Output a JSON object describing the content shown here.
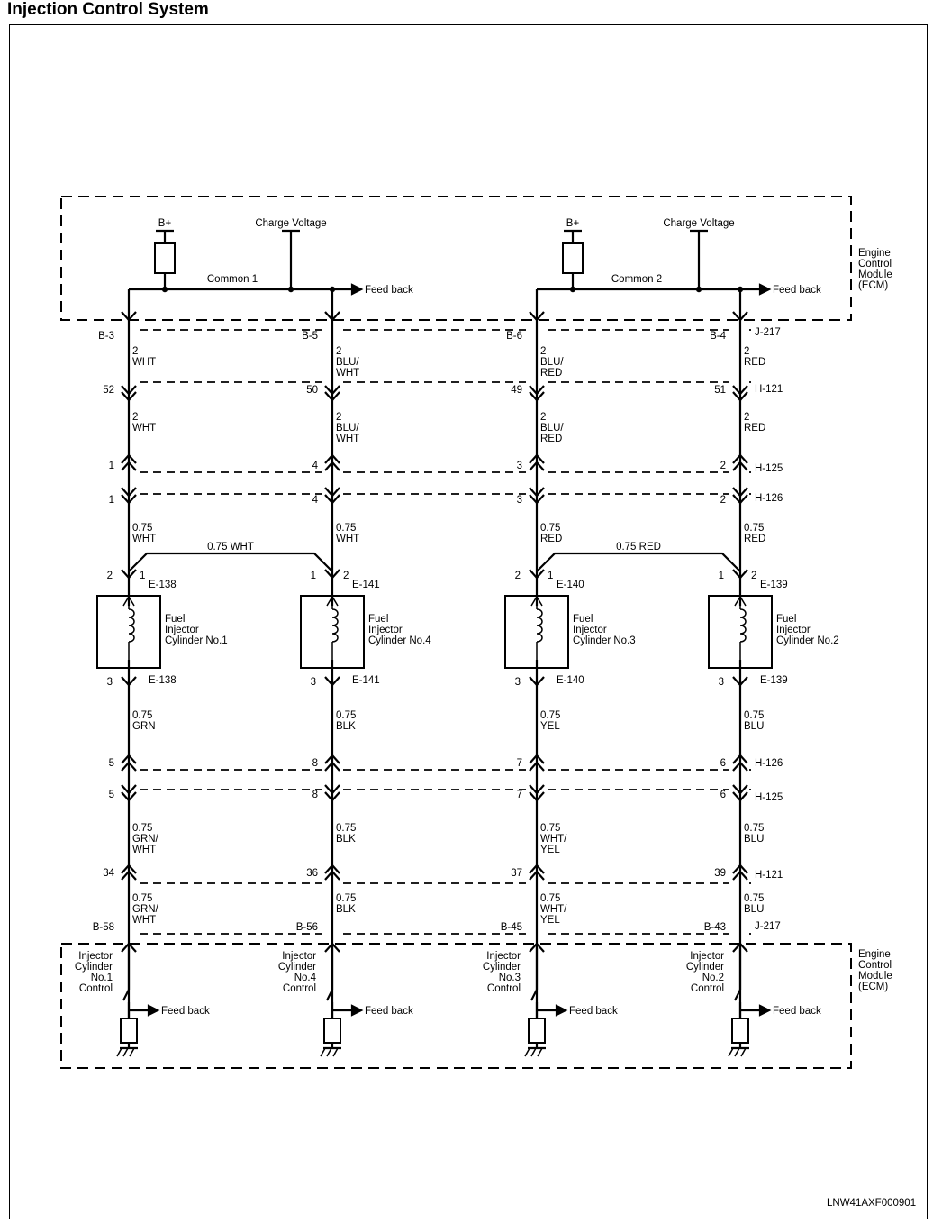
{
  "title": "Injection Control System",
  "figure_id": "LNW41AXF000901",
  "ecm_label": [
    "Engine",
    "Control",
    "Module",
    "(ECM)"
  ],
  "top": {
    "b_plus": "B+",
    "charge_voltage": "Charge Voltage",
    "common1": "Common 1",
    "common2": "Common 2",
    "feedback": "Feed back"
  },
  "connectors": {
    "j217": "J-217",
    "h121": "H-121",
    "h125": "H-125",
    "h126": "H-126"
  },
  "wires_top": [
    {
      "pin_j217": "B-3",
      "color1a": "2",
      "color1b": "WHT",
      "color1c": "",
      "pin_h121": "52",
      "color2a": "2",
      "color2b": "WHT",
      "color2c": "",
      "pin_h125": "1",
      "pin_h126": "1",
      "color3a": "0.75",
      "color3b": "WHT"
    },
    {
      "pin_j217": "B-5",
      "color1a": "2",
      "color1b": "BLU/",
      "color1c": "WHT",
      "pin_h121": "50",
      "color2a": "2",
      "color2b": "BLU/",
      "color2c": "WHT",
      "pin_h125": "4",
      "pin_h126": "4",
      "color3a": "0.75",
      "color3b": "WHT"
    },
    {
      "pin_j217": "B-6",
      "color1a": "2",
      "color1b": "BLU/",
      "color1c": "RED",
      "pin_h121": "49",
      "color2a": "2",
      "color2b": "BLU/",
      "color2c": "RED",
      "pin_h125": "3",
      "pin_h126": "3",
      "color3a": "0.75",
      "color3b": "RED"
    },
    {
      "pin_j217": "B-4",
      "color1a": "2",
      "color1b": "RED",
      "color1c": "",
      "pin_h121": "51",
      "color2a": "2",
      "color2b": "RED",
      "color2c": "",
      "pin_h125": "2",
      "pin_h126": "2",
      "color3a": "0.75",
      "color3b": "RED"
    }
  ],
  "bridges": [
    "0.75 WHT",
    "0.75 RED"
  ],
  "injectors": [
    {
      "pin_left": "2",
      "pin_right": "1",
      "conn": "E-138",
      "l1": "Fuel",
      "l2": "Injector",
      "l3": "Cylinder No.1",
      "pin_bottom": "3"
    },
    {
      "pin_left": "1",
      "pin_right": "2",
      "conn": "E-141",
      "l1": "Fuel",
      "l2": "Injector",
      "l3": "Cylinder No.4",
      "pin_bottom": "3"
    },
    {
      "pin_left": "2",
      "pin_right": "1",
      "conn": "E-140",
      "l1": "Fuel",
      "l2": "Injector",
      "l3": "Cylinder No.3",
      "pin_bottom": "3"
    },
    {
      "pin_left": "1",
      "pin_right": "2",
      "conn": "E-139",
      "l1": "Fuel",
      "l2": "Injector",
      "l3": "Cylinder No.2",
      "pin_bottom": "3"
    }
  ],
  "wires_bottom": [
    {
      "c1a": "0.75",
      "c1b": "GRN",
      "c1c": "",
      "pin_h126": "5",
      "pin_h125": "5",
      "c2a": "0.75",
      "c2b": "GRN/",
      "c2c": "WHT",
      "pin_h121": "34",
      "c3a": "0.75",
      "c3b": "GRN/",
      "c3c": "WHT",
      "pin_j217": "B-58",
      "ctl1": "Injector",
      "ctl2": "Cylinder",
      "ctl3": "No.1",
      "ctl4": "Control"
    },
    {
      "c1a": "0.75",
      "c1b": "BLK",
      "c1c": "",
      "pin_h126": "8",
      "pin_h125": "8",
      "c2a": "0.75",
      "c2b": "BLK",
      "c2c": "",
      "pin_h121": "36",
      "c3a": "0.75",
      "c3b": "BLK",
      "c3c": "",
      "pin_j217": "B-56",
      "ctl1": "Injector",
      "ctl2": "Cylinder",
      "ctl3": "No.4",
      "ctl4": "Control"
    },
    {
      "c1a": "0.75",
      "c1b": "YEL",
      "c1c": "",
      "pin_h126": "7",
      "pin_h125": "7",
      "c2a": "0.75",
      "c2b": "WHT/",
      "c2c": "YEL",
      "pin_h121": "37",
      "c3a": "0.75",
      "c3b": "WHT/",
      "c3c": "YEL",
      "pin_j217": "B-45",
      "ctl1": "Injector",
      "ctl2": "Cylinder",
      "ctl3": "No.3",
      "ctl4": "Control"
    },
    {
      "c1a": "0.75",
      "c1b": "BLU",
      "c1c": "",
      "pin_h126": "6",
      "pin_h125": "6",
      "c2a": "0.75",
      "c2b": "BLU",
      "c2c": "",
      "pin_h121": "39",
      "c3a": "0.75",
      "c3b": "BLU",
      "c3c": "",
      "pin_j217": "B-43",
      "ctl1": "Injector",
      "ctl2": "Cylinder",
      "ctl3": "No.2",
      "ctl4": "Control"
    }
  ]
}
